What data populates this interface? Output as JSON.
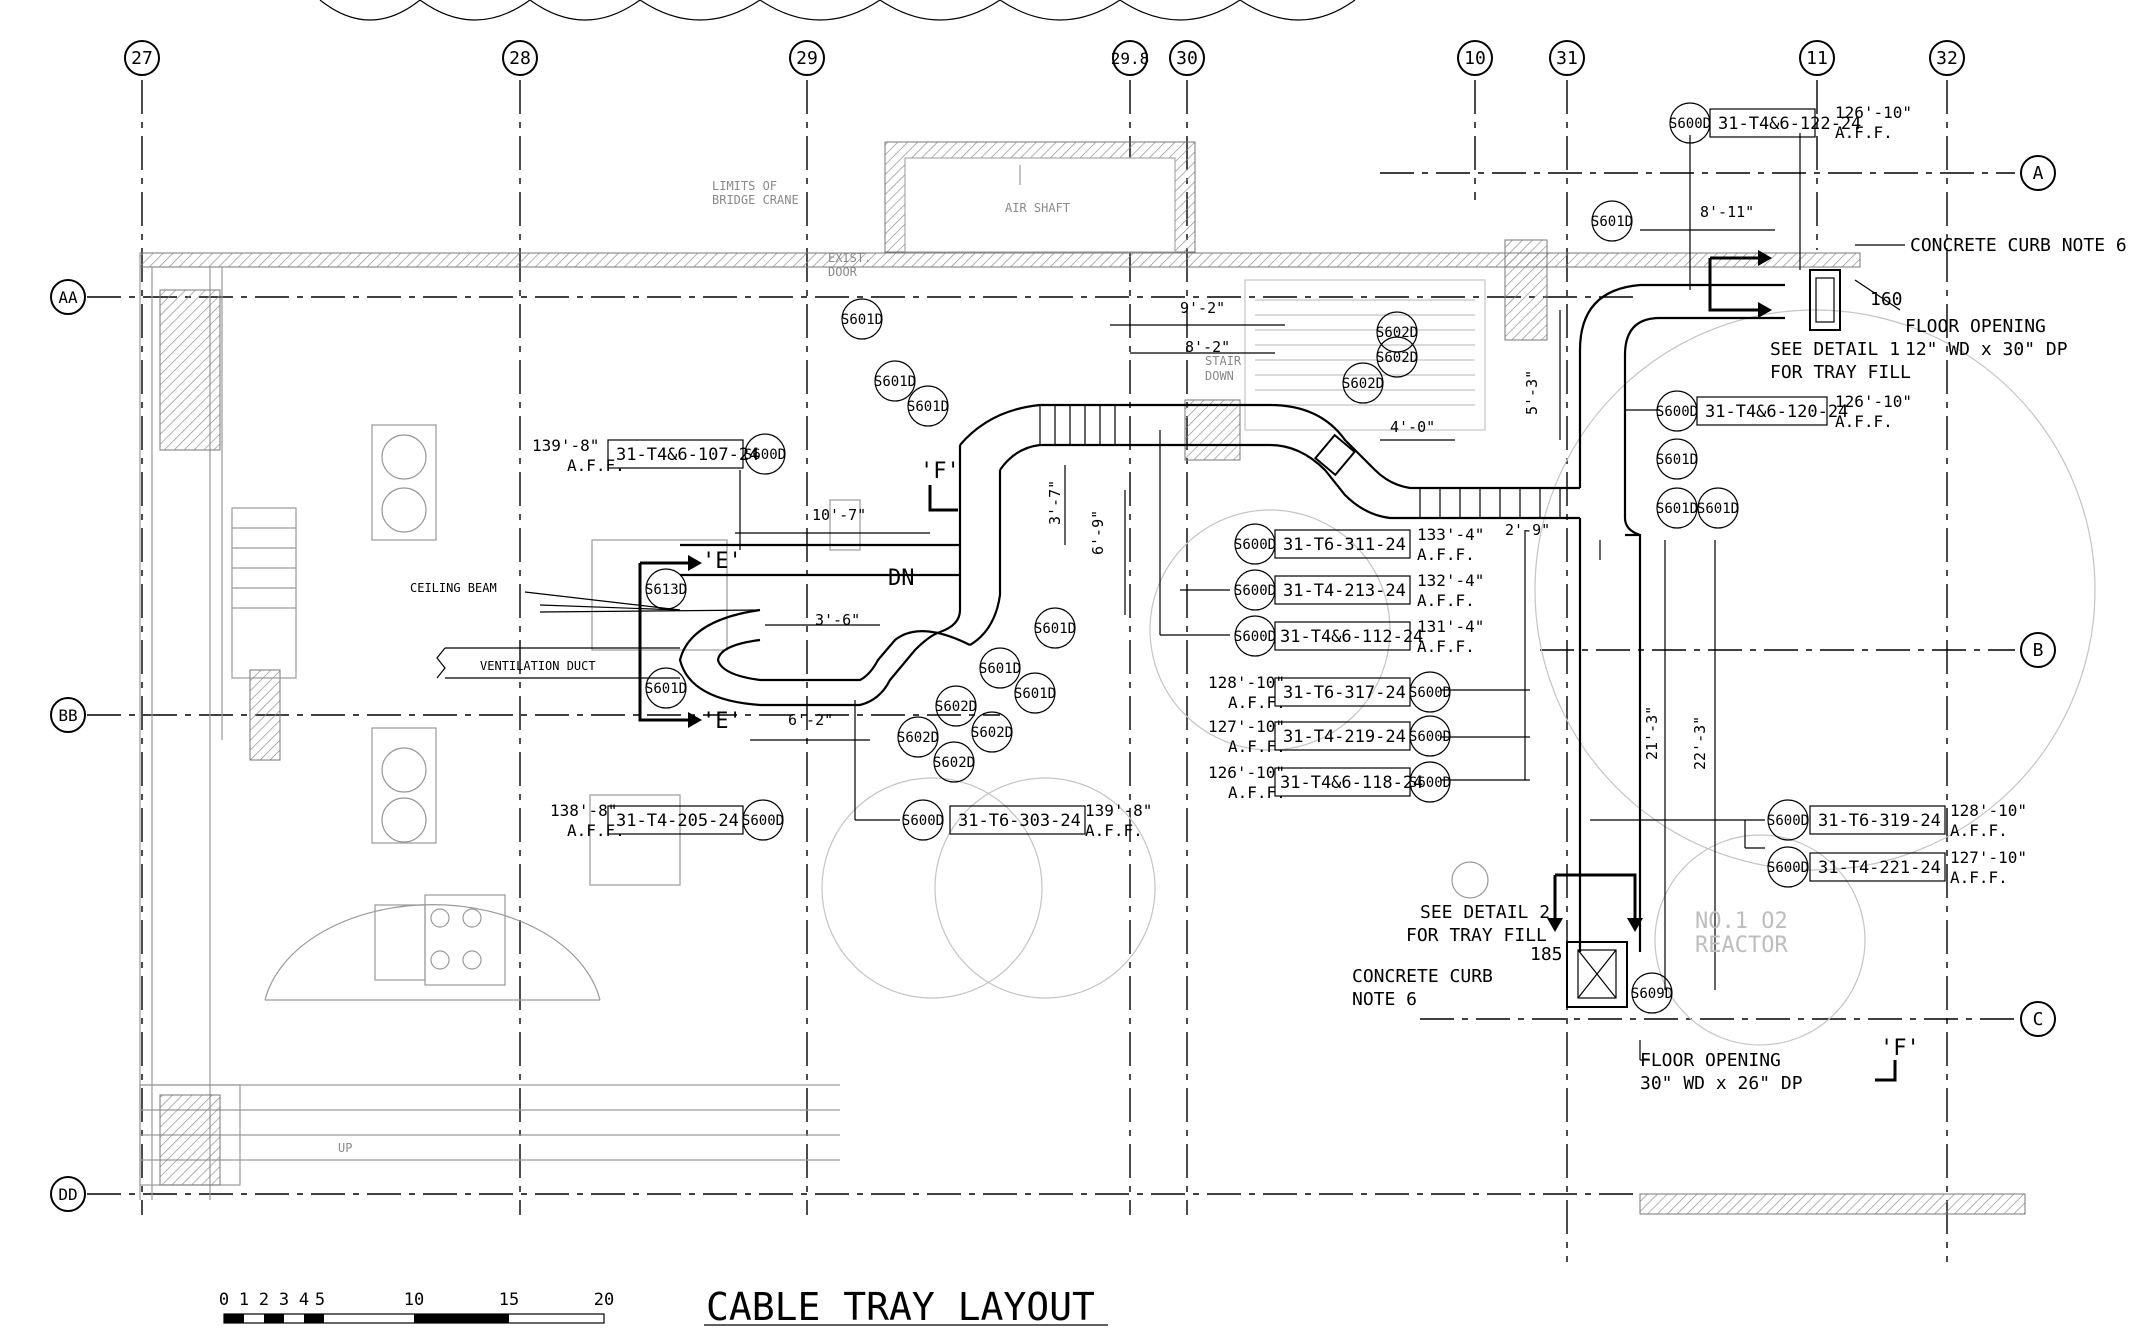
{
  "title": "CABLE TRAY LAYOUT",
  "scale_bar": {
    "ticks": [
      "0",
      "1",
      "2",
      "3",
      "4",
      "5",
      "10",
      "15",
      "20"
    ]
  },
  "grid_columns": [
    "27",
    "28",
    "29",
    "29.8",
    "30",
    "10",
    "31",
    "11",
    "32"
  ],
  "grid_rows": [
    "AA",
    "BB",
    "DD",
    "A",
    "B",
    "C"
  ],
  "section_marks": {
    "e": "'E'",
    "f": "'F'"
  },
  "references": {
    "s600d": "S600D",
    "s601d": "S601D",
    "s602d": "S602D",
    "s609d": "S609D",
    "s613d": "S613D"
  },
  "trays": [
    {
      "id": "31-T4&6-122-24",
      "elev": "126'-10\"",
      "aff": "A.F.F."
    },
    {
      "id": "31-T4&6-120-24",
      "elev": "126'-10\"",
      "aff": "A.F.F."
    },
    {
      "id": "31-T4&6-107-24",
      "elev": "139'-8\"",
      "aff": "A.F.F."
    },
    {
      "id": "31-T6-311-24",
      "elev": "133'-4\"",
      "aff": "A.F.F."
    },
    {
      "id": "31-T4-213-24",
      "elev": "132'-4\"",
      "aff": "A.F.F."
    },
    {
      "id": "31-T4&6-112-24",
      "elev": "131'-4\"",
      "aff": "A.F.F."
    },
    {
      "id": "31-T6-317-24",
      "elev": "128'-10\"",
      "aff": "A.F.F."
    },
    {
      "id": "31-T4-219-24",
      "elev": "127'-10\"",
      "aff": "A.F.F."
    },
    {
      "id": "31-T4&6-118-24",
      "elev": "126'-10\"",
      "aff": "A.F.F."
    },
    {
      "id": "31-T4-205-24",
      "elev": "138'-8\"",
      "aff": "A.F.F."
    },
    {
      "id": "31-T6-303-24",
      "elev": "139'-8\"",
      "aff": "A.F.F."
    },
    {
      "id": "31-T6-319-24",
      "elev": "128'-10\"",
      "aff": "A.F.F."
    },
    {
      "id": "31-T4-221-24",
      "elev": "127'-10\"",
      "aff": "A.F.F."
    }
  ],
  "dimensions": [
    "8'-11\"",
    "9'-2\"",
    "8'-2\"",
    "4'-0\"",
    "5'-3\"",
    "10'-7\"",
    "3'-7\"",
    "6'-9\"",
    "3'-6\"",
    "6'-2\"",
    "2'-9\"",
    "21'-3\"",
    "22'-3\""
  ],
  "notes": {
    "concrete_curb_6": "CONCRETE CURB NOTE 6",
    "num_160": "160",
    "floor_opening_1_l1": "FLOOR OPENING",
    "floor_opening_1_l2": "12\" WD x 30\" DP",
    "see_detail_1_l1": "SEE DETAIL 1",
    "see_detail_1_l2": "FOR TRAY FILL",
    "see_detail_2_l1": "SEE DETAIL 2",
    "see_detail_2_l2": "FOR TRAY FILL",
    "num_185": "185",
    "concrete_curb_l1": "CONCRETE CURB",
    "concrete_curb_l2": "NOTE 6",
    "floor_opening_2_l1": "FLOOR OPENING",
    "floor_opening_2_l2": "30\" WD x 26\" DP",
    "reactor_l1": "NO.1 O2",
    "reactor_l2": "REACTOR",
    "ceiling_beam": "CEILING BEAM",
    "ventilation_duct": "VENTILATION DUCT",
    "limits_l1": "LIMITS OF",
    "limits_l2": "BRIDGE CRANE",
    "air_shaft": "AIR SHAFT",
    "exist_door_l1": "EXIST.",
    "exist_door_l2": "DOOR",
    "stair_l1": "STAIR",
    "stair_l2": "DOWN",
    "dn": "DN",
    "up": "UP"
  }
}
